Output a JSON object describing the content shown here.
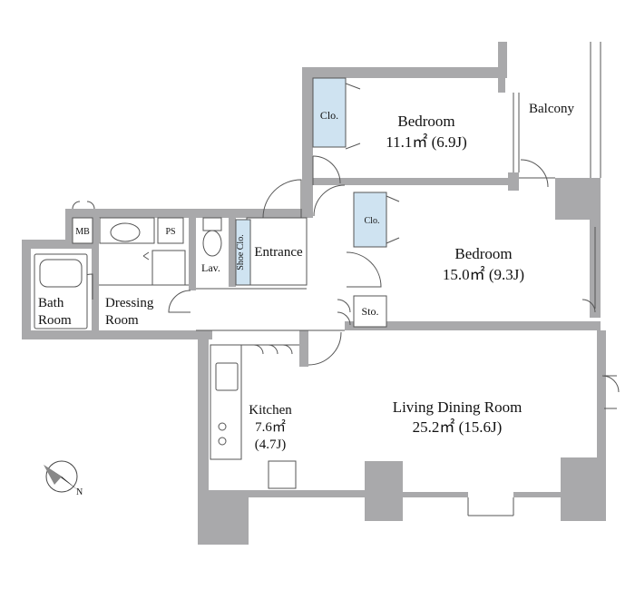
{
  "rooms": {
    "bedroom1": {
      "name": "Bedroom",
      "area": "11.1㎡ (6.9J)"
    },
    "bedroom2": {
      "name": "Bedroom",
      "area": "15.0㎡ (9.3J)"
    },
    "living": {
      "name": "Living Dining Room",
      "area": "25.2㎡ (15.6J)"
    },
    "kitchen": {
      "name": "Kitchen",
      "area": "7.6㎡",
      "area_j": "(4.7J)"
    },
    "bath": {
      "line1": "Bath",
      "line2": "Room"
    },
    "dressing": {
      "line1": "Dressing",
      "line2": "Room"
    },
    "balcony": "Balcony",
    "clo1": "Clo.",
    "clo2": "Clo.",
    "sto": "Sto.",
    "entrance": "Entrance",
    "shoe_clo": "Shoe Clo.",
    "lav": "Lav.",
    "mb": "MB",
    "ps": "PS"
  },
  "compass": {
    "label": "N",
    "icon": "north-arrow-icon"
  },
  "colors": {
    "wall": "#a9a9ab",
    "closet": "#cfe3f1",
    "line": "#555555"
  }
}
